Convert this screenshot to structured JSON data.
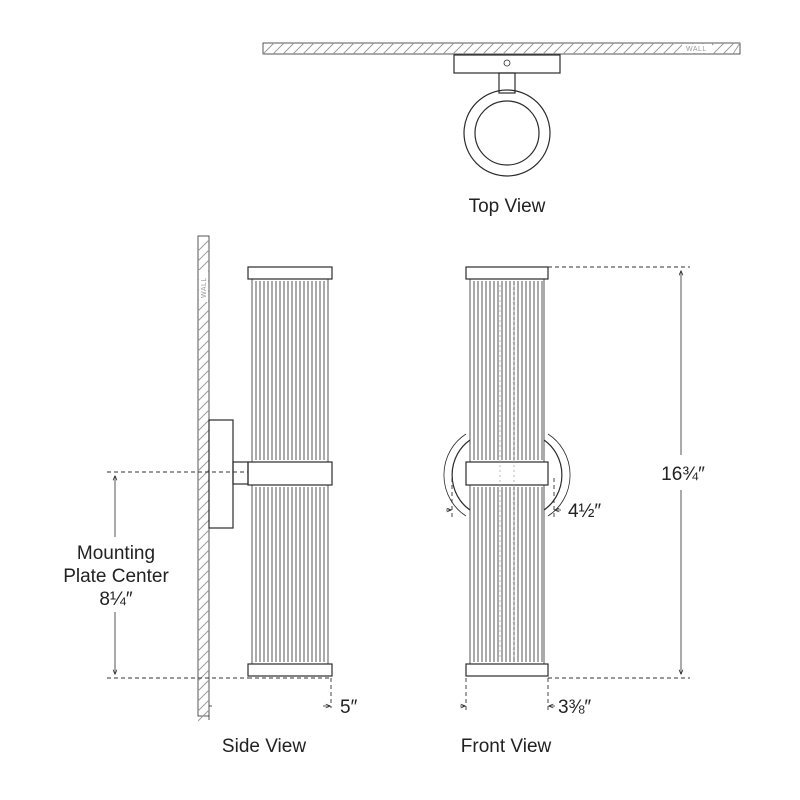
{
  "views": {
    "top": "Top View",
    "side": "Side View",
    "front": "Front View"
  },
  "wall_label": "WALL",
  "dimensions": {
    "mounting_line1": "Mounting",
    "mounting_line2": "Plate Center",
    "mounting_value": "8¼″",
    "depth": "5″",
    "height": "16¾″",
    "backplate_width": "4½″",
    "width": "3⅜″"
  }
}
